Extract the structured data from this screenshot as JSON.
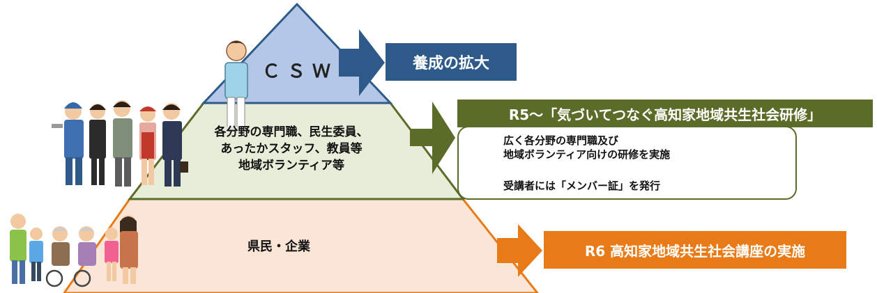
{
  "pyramid": {
    "top_label": "ＣＳＷ",
    "middle_lines": [
      "各分野の専門職、民生委員、",
      "あったかスタッフ、教員等",
      "地域ボランティア等"
    ],
    "bottom_label": "県民・企業"
  },
  "boxes": {
    "top": "養成の拡大",
    "middle_title": "R5～「気づいてつなぐ高知家地域共生社会研修」",
    "middle_points": [
      [
        "広く各分野の専門職及び",
        "地域ボランティア向けの研修を実施"
      ],
      [
        "受講者には「メンバー証」を発行"
      ]
    ],
    "bottom": "R6 高知家地域共生社会講座の実施"
  },
  "colors": {
    "top_tier": "#b4c7e7",
    "middle_tier": "#e7edd9",
    "bottom_tier": "#fbe5d6",
    "tier_outline_top": "#2e5a8a",
    "tier_outline_middle": "#5b6b28",
    "tier_outline_bottom": "#e87b17"
  }
}
